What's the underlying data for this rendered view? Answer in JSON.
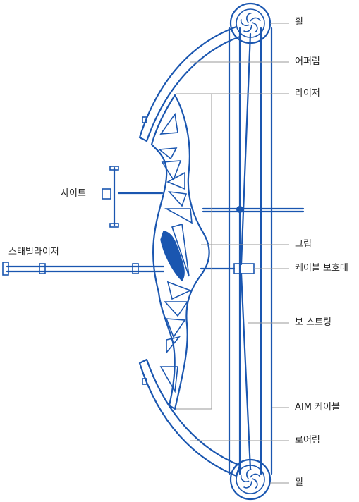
{
  "diagram": {
    "colors": {
      "primary": "#1a56b0",
      "leader": "#9a9a9a",
      "text": "#222222"
    },
    "labels": {
      "wheel_top": "휠",
      "upper_limb": "어퍼림",
      "riser": "라이저",
      "sight": "사이트",
      "grip": "그립",
      "cable_guard": "케이블 보호대",
      "stabilizer": "스태빌라이저",
      "bowstring": "보 스트링",
      "aim_cable": "AIM 케이블",
      "lower_limb": "로어림",
      "wheel_bottom": "휠"
    }
  }
}
